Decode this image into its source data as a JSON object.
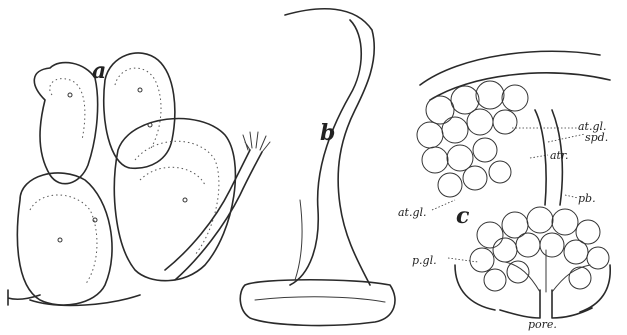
{
  "figure": {
    "panels": [
      {
        "id": "a",
        "label": "a"
      },
      {
        "id": "b",
        "label": "b"
      },
      {
        "id": "c",
        "label": "c"
      }
    ],
    "annotations": {
      "at_gl_right": "at.gl.",
      "spd": "spd.",
      "atr": "atr.",
      "at_gl_left": "at.gl.",
      "pb": "pb.",
      "p_gl": "p.gl.",
      "pore": "pore."
    }
  }
}
